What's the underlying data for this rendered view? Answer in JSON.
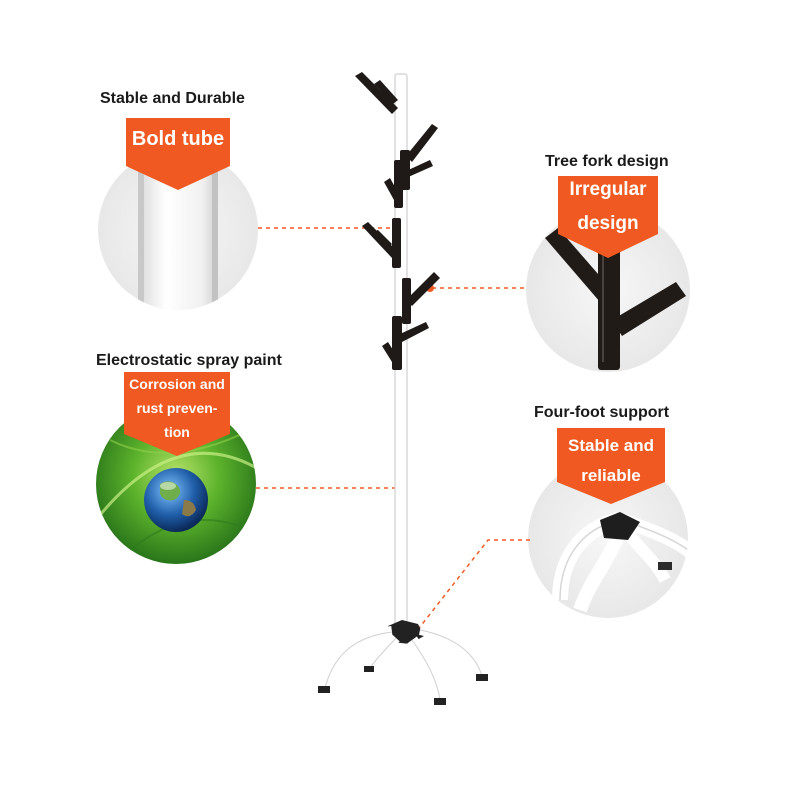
{
  "features": {
    "tube": {
      "heading": "Stable and Durable",
      "banner": "Bold tube"
    },
    "fork": {
      "heading": "Tree fork design",
      "banner_line1": "Irregular",
      "banner_line2": "design"
    },
    "paint": {
      "heading": "Electrostatic spray paint",
      "banner_line1": "Corrosion and",
      "banner_line2": "rust preven-",
      "banner_line3": "tion"
    },
    "foot": {
      "heading": "Four-foot support",
      "banner_line1": "Stable and",
      "banner_line2": "reliable"
    }
  },
  "colors": {
    "accent": "#f05a22",
    "rack": "#ffffff",
    "branch": "#1f1a17",
    "leaf_green": "#4caf2a"
  }
}
